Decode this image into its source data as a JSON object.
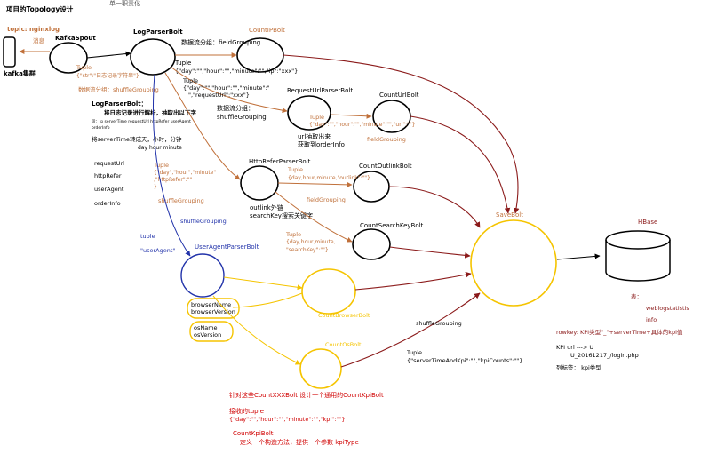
{
  "header_top": "单一职责化",
  "title": "项目的Topology设计",
  "source": {
    "topic": "topic: nginxlog",
    "message": "消息",
    "cluster": "kafka集群"
  },
  "nodes": {
    "kafka_spout": "KafkaSpout",
    "log_parser": "LogParserBolt",
    "count_ip": "CountIPBolt",
    "request_url_parser": "RequestUrlParserBolt",
    "count_url": "CountUrlBolt",
    "http_refer_parser": "HttpReferParserBolt",
    "count_outlink": "CountOutlinkBolt",
    "count_search_key": "CountSearchKeyBolt",
    "user_agent_parser": "UserAgentParserBolt",
    "count_browser": "CountBrowserBolt",
    "count_os": "CountOsBolt",
    "save": "SaveBolt",
    "hbase": "HBase"
  },
  "labels": {
    "tuple_str": "Tuple",
    "tuple_str_body": "{\"str\":\"日志记录字符串\"}",
    "shuffle_grouping_cn": "数据流分组：shuffleGrouping",
    "field_grouping_ip": "数据流分组：fieldGrouping",
    "tuple_ip_head": "Tuple",
    "tuple_ip_body": "{\"day\":\"\",\"hour\":\"\",\"minute\":\"\",\"ip\":\"xxx\"}",
    "tuple_req_head": "Tuple",
    "tuple_req_body1": "{\"day\":\"\",\"hour\":\"\",\"minute\":\"",
    "tuple_req_body2": "\",\"requestUrl\":\"xxx\"}",
    "shuffle_req1": "数据流分组：",
    "shuffle_req2": "shuffleGrouping",
    "tuple_url_head": "Tuple",
    "tuple_url_body": "{\"day\":\"\",\"hour\":\"\",\"minute\":\"\",\"url\":\"\"}",
    "url_extract1": "url抽取出来",
    "url_extract2": "获取到orderInfo",
    "field_grouping_url": "fieldGrouping",
    "parser_title": "LogParserBolt：",
    "parser_desc1": "将日志记录进行解析，抽取出以下字",
    "parser_desc2": "段：ip  serverTime requestUrl httpRefer userAgent",
    "parser_desc3": "orderInfo",
    "parser_time1": "将serverTime转成天，小时，分钟",
    "parser_time2": "day   hour   minute",
    "field_request_url": "requestUrl",
    "field_http_refer": "httpRefer",
    "field_user_agent": "userAgent",
    "field_order_info": "orderInfo",
    "tuple_refer_head": "Tuple",
    "tuple_refer_body1": "{\"day\",\"hour\",\"minute\"",
    "tuple_refer_body2": ",\"httpRefer\":\"\"",
    "tuple_refer_body3": "}",
    "shuffle_refer": "shuffleGrouping",
    "tuple_outlink_head": "Tuple",
    "tuple_outlink_body": "{day,hour,minute,\"outlink\":\"\"}",
    "field_grouping_outlink": "fieldGrouping",
    "outlink1": "outlink外链",
    "outlink2": "searchKey搜索关键字",
    "tuple_search_head": "Tuple",
    "tuple_search_body1": "{day,hour,minute,",
    "tuple_search_body2": "\"searchKey\":\"\"}",
    "shuffle_ua": "shuffleGrouping",
    "tuple_ua_head": "tuple",
    "tuple_ua_body": "\"userAgent\"",
    "browser1": "browserName",
    "browser2": "browserVersion",
    "os1": "osName",
    "os2": "osVersion",
    "shuffle_save": "shuffleGrouping",
    "tuple_save_head": "Tuple",
    "tuple_save_body": "{\"serverTimeAndKpi\":\"\",\"kpiCounts\":\"\"}",
    "hbase_table_label": "表：",
    "hbase_table1": "weblogstatistis",
    "hbase_table2": "info",
    "rowkey": "rowkey: KPI类型\"_\"+serverTime+具体的kpi值",
    "kpi_url1": "KPI url ---> U",
    "kpi_url2": "U_20161217_/login.php",
    "column_tag": "列标签：  kpi类型",
    "note1": "针对这些CountXXXBolt 设计一个通用的CountKpiBolt",
    "note2": "接收的tuple",
    "note3": "{\"day\":\"\",\"hour\":\"\",\"minute\":\"\",\"kpi\":\"\"}",
    "note4": "CountKpiBolt",
    "note5": "定义一个构造方法，提供一个参数 kpiType"
  },
  "colors": {
    "black": "#000000",
    "orange": "#c0703a",
    "dark_red": "#8b1a1a",
    "yellow": "#f5c400",
    "blue": "#2233aa",
    "green": "#2e8b57",
    "red": "#d00000"
  }
}
